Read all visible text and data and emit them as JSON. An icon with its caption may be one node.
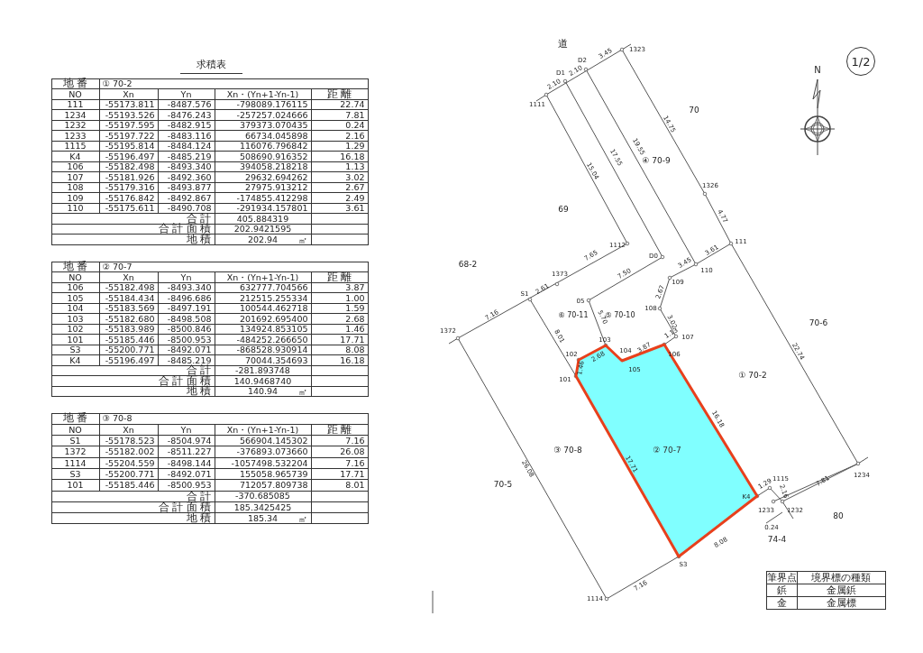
{
  "diagram": {
    "nodes": [
      {
        "text": [
          "② 70-7"
        ]
      }
    ],
    "labels": [
      "求積表",
      "地 番",
      "① 70-2",
      "NO",
      "Xn",
      "Yn",
      "Xn・(Yn+1-Yn-1)",
      "距 離",
      "111",
      "-55173.811",
      "-8487.576",
      "-798089.176115",
      "22.74",
      "1234",
      "-55193.526",
      "-8476.243",
      "-257257.024666",
      "7.81",
      "1232",
      "-55197.595",
      "-8482.915",
      "379373.070435",
      "0.24",
      "1233",
      "-55197.722",
      "-8483.116",
      "66734.045898",
      "2.16",
      "1115",
      "-55195.814",
      "-8484.124",
      "116076.796842",
      "1.29",
      "K4",
      "-55196.497",
      "-8485.219",
      "508690.916352",
      "16.18",
      "106",
      "-55182.498",
      "-8493.340",
      "394058.218218",
      "1.13",
      "107",
      "-55181.926",
      "-8492.360",
      "29632.694262",
      "3.02",
      "108",
      "-55179.316",
      "-8493.877",
      "27975.913212",
      "2.67",
      "109",
      "-55176.842",
      "-8492.867",
      "-174855.412298",
      "2.49",
      "110",
      "-55175.611",
      "-8490.708",
      "-291934.157801",
      "3.61",
      "合 計",
      "405.884319",
      "合 計 面 積",
      "202.9421595",
      "地 積",
      "202.94",
      "㎡",
      "地 番",
      "② 70-7",
      "NO",
      "Xn",
      "Yn",
      "Xn・(Yn+1-Yn-1)",
      "距 離",
      "106",
      "-55182.498",
      "-8493.340",
      "632777.704566",
      "3.87",
      "105",
      "-55184.434",
      "-8496.686",
      "212515.255334",
      "1.00",
      "104",
      "-55183.569",
      "-8497.191",
      "100544.462718",
      "1.59",
      "103",
      "-55182.680",
      "-8498.508",
      "201692.695400",
      "2.68",
      "102",
      "-55183.989",
      "-8500.846",
      "134924.853105",
      "1.46",
      "101",
      "-55185.446",
      "-8500.953",
      "-484252.266650",
      "17.71",
      "S3",
      "-55200.771",
      "-8492.071",
      "-868528.930914",
      "8.08",
      "K4",
      "-55196.497",
      "-8485.219",
      "70044.354693",
      "16.18",
      "合 計",
      "-281.893748",
      "合 計 面 積",
      "140.9468740",
      "地 積",
      "140.94",
      "㎡",
      "地 番",
      "③ 70-8",
      "NO",
      "Xn",
      "Yn",
      "Xn・(Yn+1-Yn-1)",
      "距 離",
      "S1",
      "-55178.523",
      "-8504.974",
      "566904.145302",
      "7.16",
      "1372",
      "-55182.002",
      "-8511.227",
      "-376893.073660",
      "26.08",
      "1114",
      "-55204.559",
      "-8498.144",
      "-1057498.532204",
      "7.16",
      "S3",
      "-55200.771",
      "-8492.071",
      "155058.965739",
      "17.71",
      "101",
      "-55185.446",
      "-8500.953",
      "712057.809738",
      "8.01",
      "合 計",
      "-370.685085",
      "合 計 面 積",
      "185.3425425",
      "地 積",
      "185.34",
      "㎡",
      "道",
      "1/2",
      "N",
      "70",
      "④ 70-9",
      "69",
      "68-2",
      "⑥ 70-11",
      "⑤ 70-10",
      "① 70-2",
      "70-6",
      "③ 70-8",
      "70-5",
      "80",
      "74-4",
      "1111",
      "D1",
      "D2",
      "1323",
      "1326",
      "111",
      "110",
      "1112",
      "D0",
      "1373",
      "S1",
      "05",
      "109",
      "108",
      "107",
      "106",
      "105",
      "104",
      "103",
      "102",
      "101",
      "1372",
      "1114",
      "S3",
      "K4",
      "1115",
      "1233",
      "1232",
      "1234",
      "3.45",
      "2.10",
      "2.10",
      "15.04",
      "17.55",
      "19.55",
      "14.75",
      "4.77",
      "3.61",
      "3.45",
      "7.65",
      "7.50",
      "2.61",
      "7.16",
      "5.70",
      "2.67",
      "3.02",
      "1.13",
      "3.87",
      "2.68",
      "1.46",
      "8.01",
      "26.08",
      "17.71",
      "16.18",
      "22.74",
      "7.81",
      "2.16",
      "1.29",
      "0.24",
      "8.08",
      "7.16",
      "筆界点",
      "境界標の種類",
      "鋲",
      "金属鋲",
      "金",
      "金属標"
    ]
  }
}
